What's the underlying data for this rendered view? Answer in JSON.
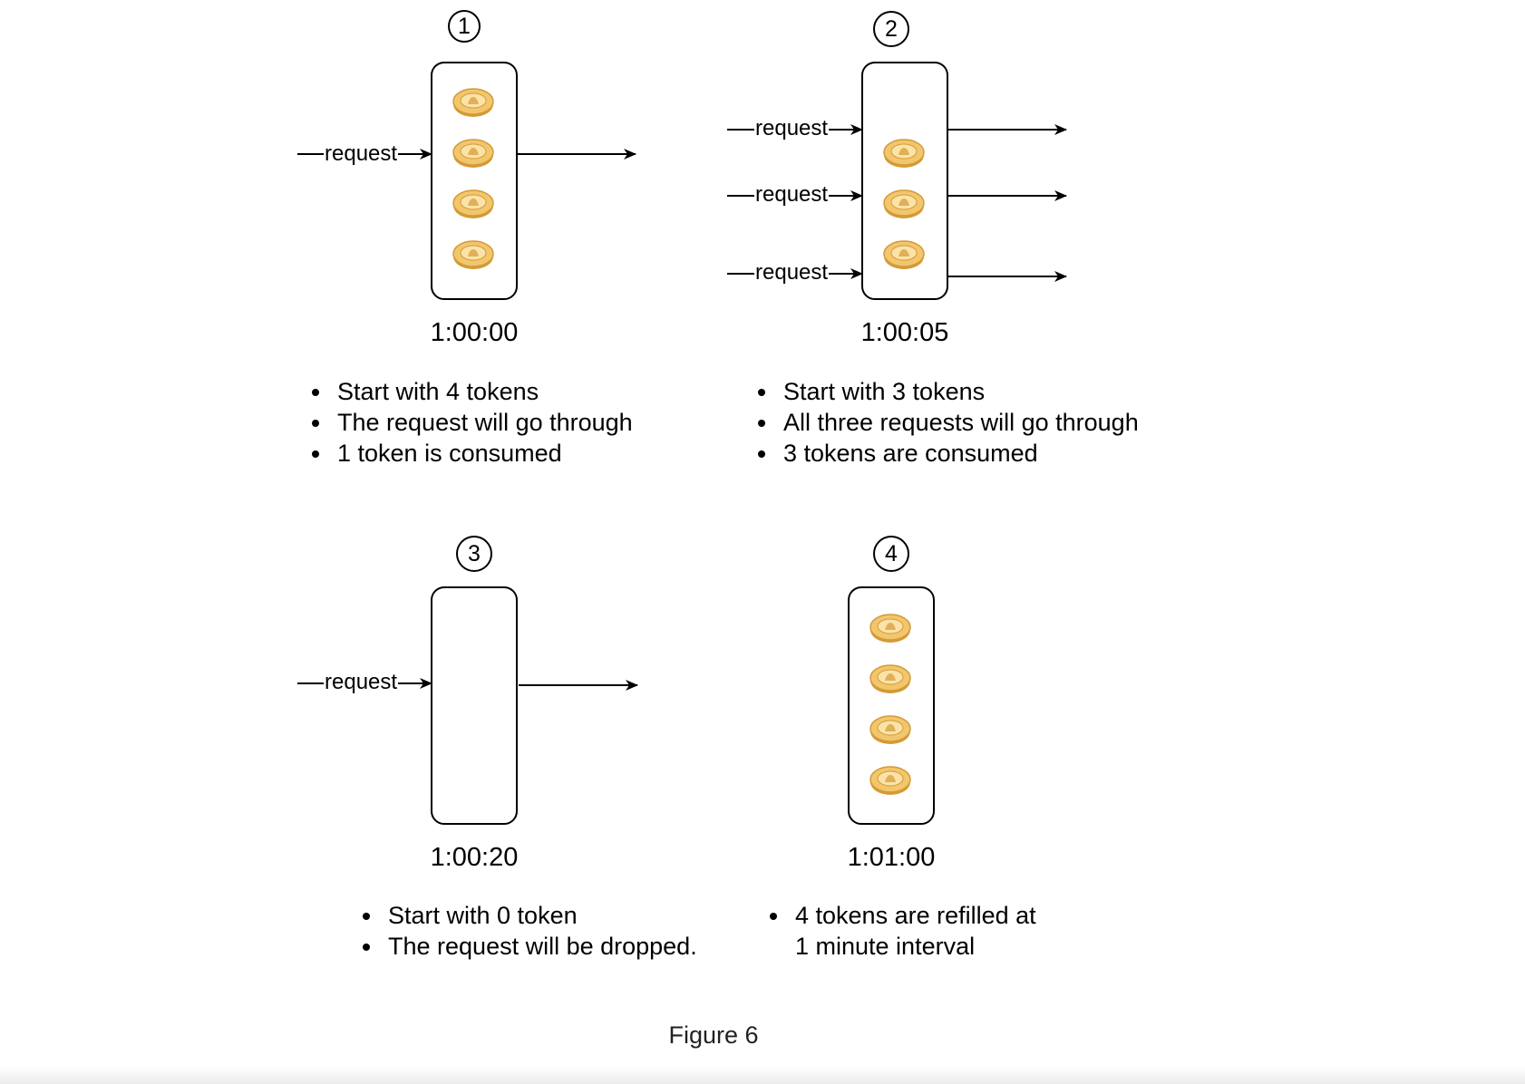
{
  "panels": [
    {
      "step": "1",
      "time": "1:00:00",
      "requests": [
        "request"
      ],
      "tokens": 4,
      "notes": [
        "Start with 4 tokens",
        "The request will go through",
        "1 token is consumed"
      ]
    },
    {
      "step": "2",
      "time": "1:00:05",
      "requests": [
        "request",
        "request",
        "request"
      ],
      "tokens": 3,
      "notes": [
        "Start with 3 tokens",
        "All three requests will go through",
        "3 tokens are consumed"
      ]
    },
    {
      "step": "3",
      "time": "1:00:20",
      "requests": [
        "request"
      ],
      "tokens": 0,
      "notes": [
        "Start with 0 token",
        "The request will be dropped."
      ]
    },
    {
      "step": "4",
      "time": "1:01:00",
      "requests": [],
      "tokens": 4,
      "notes": [
        "4 tokens are refilled at 1 minute interval"
      ],
      "notes_lines": [
        "4 tokens are refilled at",
        "1 minute interval"
      ]
    }
  ],
  "caption": "Figure 6",
  "colors": {
    "stroke": "#000000",
    "token_fill": "#f2c66d",
    "token_edge": "#d49a36",
    "token_light": "#fbe3a8"
  }
}
